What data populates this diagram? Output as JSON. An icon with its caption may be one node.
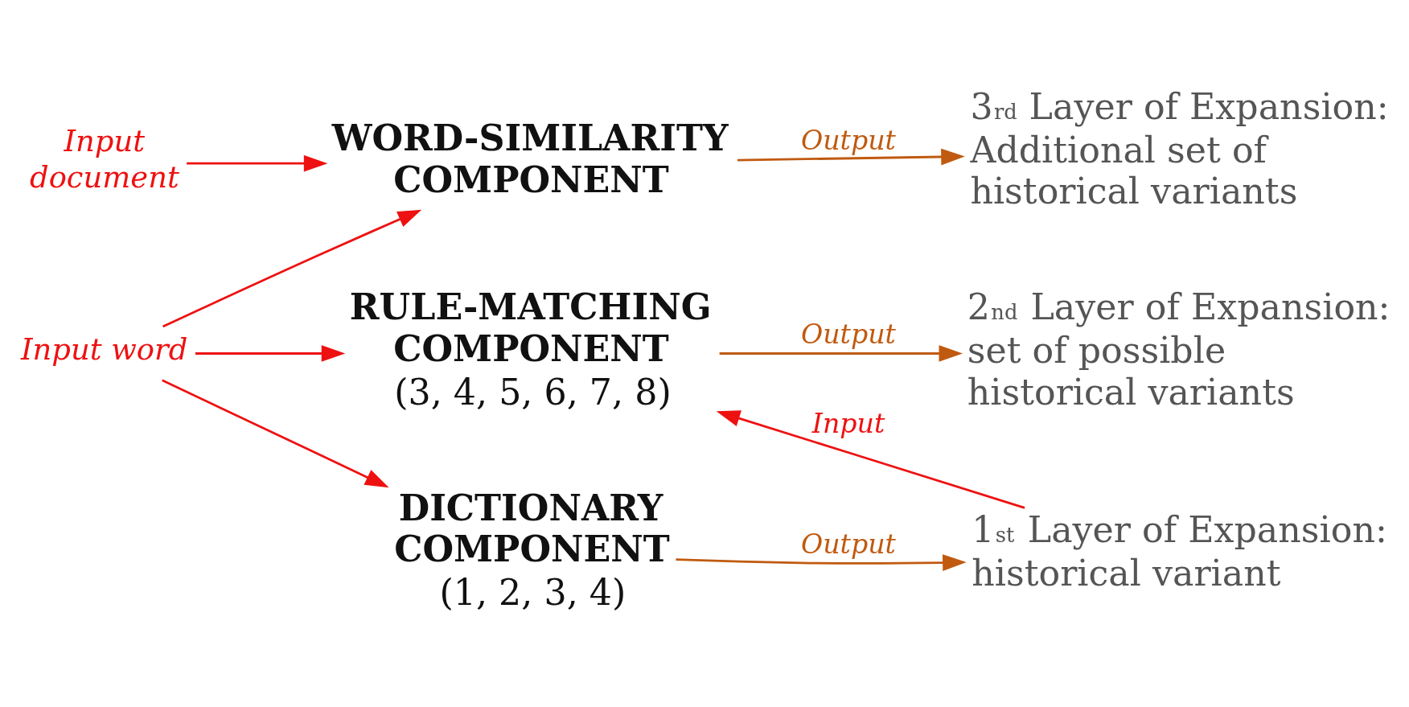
{
  "diagram": {
    "nodes": [
      {
        "text": [
          "Input document"
        ]
      },
      {
        "text": [
          "WORD-SIMILARITY COMPONENT"
        ]
      },
      {
        "text": [
          "3$^{rd}$ Layer of Expansion: Additional set of historical variants"
        ]
      },
      {
        "text": [
          "RULE-MATCHING COMPONENT",
          "(3, 4, 5, 6, 7, 8)"
        ]
      },
      {
        "text": [
          "2$^{nd}$ Layer of Expansion: set of possible historical variants"
        ]
      },
      {
        "text": [
          "DICTIONARY COMPONENT",
          "(1, 2, 3, 4)"
        ]
      },
      {
        "text": [
          "1$^{st}$ Layer of Expansion: historical variant"
        ]
      },
      {
        "text": [
          "Input word"
        ]
      }
    ],
    "edges": [
      {
        "from": 0,
        "to": 1,
        "arrow": "to",
        "color": "#ee1111"
      },
      {
        "from": 7,
        "to": 1,
        "arrow": "to",
        "color": "#ee1111"
      },
      {
        "from": 7,
        "to": 3,
        "arrow": "to",
        "color": "#ee1111"
      },
      {
        "from": 7,
        "to": 5,
        "arrow": "to",
        "color": "#ee1111"
      },
      {
        "from": 1,
        "to": 2,
        "arrow": "to",
        "label": "Output",
        "color": "#c05a10"
      },
      {
        "from": 3,
        "to": 4,
        "arrow": "to",
        "label": "Output",
        "color": "#c05a10"
      },
      {
        "from": 5,
        "to": 6,
        "arrow": "to",
        "label": "Output",
        "color": "#c05a10"
      },
      {
        "from": 6,
        "to": 3,
        "arrow": "to",
        "label": "Input",
        "color": "#ee1111"
      }
    ]
  }
}
